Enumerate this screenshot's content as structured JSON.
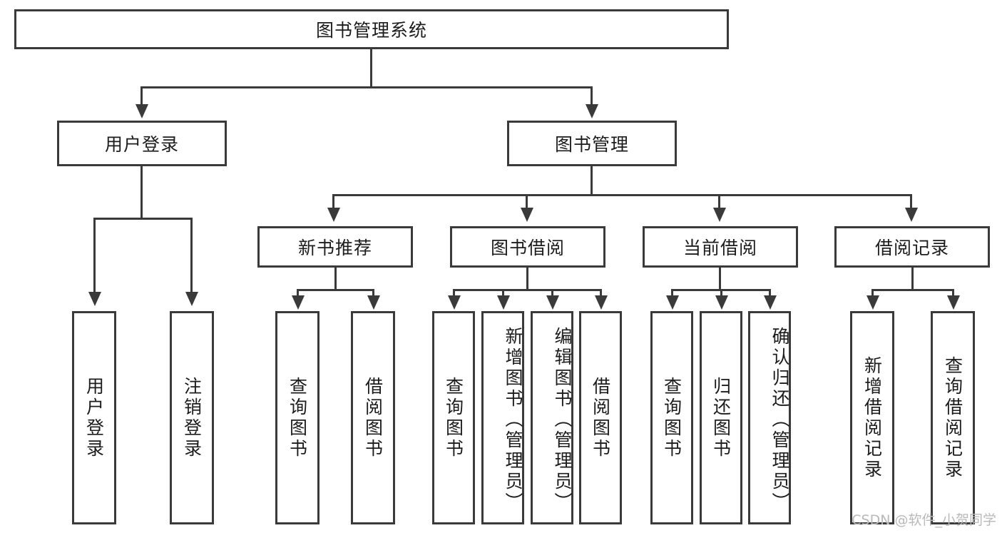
{
  "diagram": {
    "type": "tree-hierarchy",
    "title": "图书管理系统",
    "watermark": "CSDN @软件_小贺同学",
    "colors": {
      "stroke": "#3a3a3a",
      "fill": "#ffffff",
      "text": "#1c1c1c",
      "watermark": "#b9b9b9"
    },
    "root": {
      "label": "图书管理系统"
    },
    "level2": [
      {
        "label": "用户登录"
      },
      {
        "label": "图书管理"
      }
    ],
    "level3": [
      {
        "label": "新书推荐"
      },
      {
        "label": "图书借阅"
      },
      {
        "label": "当前借阅"
      },
      {
        "label": "借阅记录"
      }
    ],
    "leaves": {
      "user_login": [
        {
          "label": "用户登录"
        },
        {
          "label": "注销登录"
        }
      ],
      "new_book": [
        {
          "label": "查询图书"
        },
        {
          "label": "借阅图书"
        }
      ],
      "book_borrow": [
        {
          "label": "查询图书"
        },
        {
          "label": "新增图书（管理员）"
        },
        {
          "label": "编辑图书（管理员）"
        },
        {
          "label": "借阅图书"
        }
      ],
      "current_borrow": [
        {
          "label": "查询图书"
        },
        {
          "label": "归还图书"
        },
        {
          "label": "确认归还（管理员）"
        }
      ],
      "borrow_record": [
        {
          "label": "新增借阅记录"
        },
        {
          "label": "查询借阅记录"
        }
      ]
    }
  }
}
